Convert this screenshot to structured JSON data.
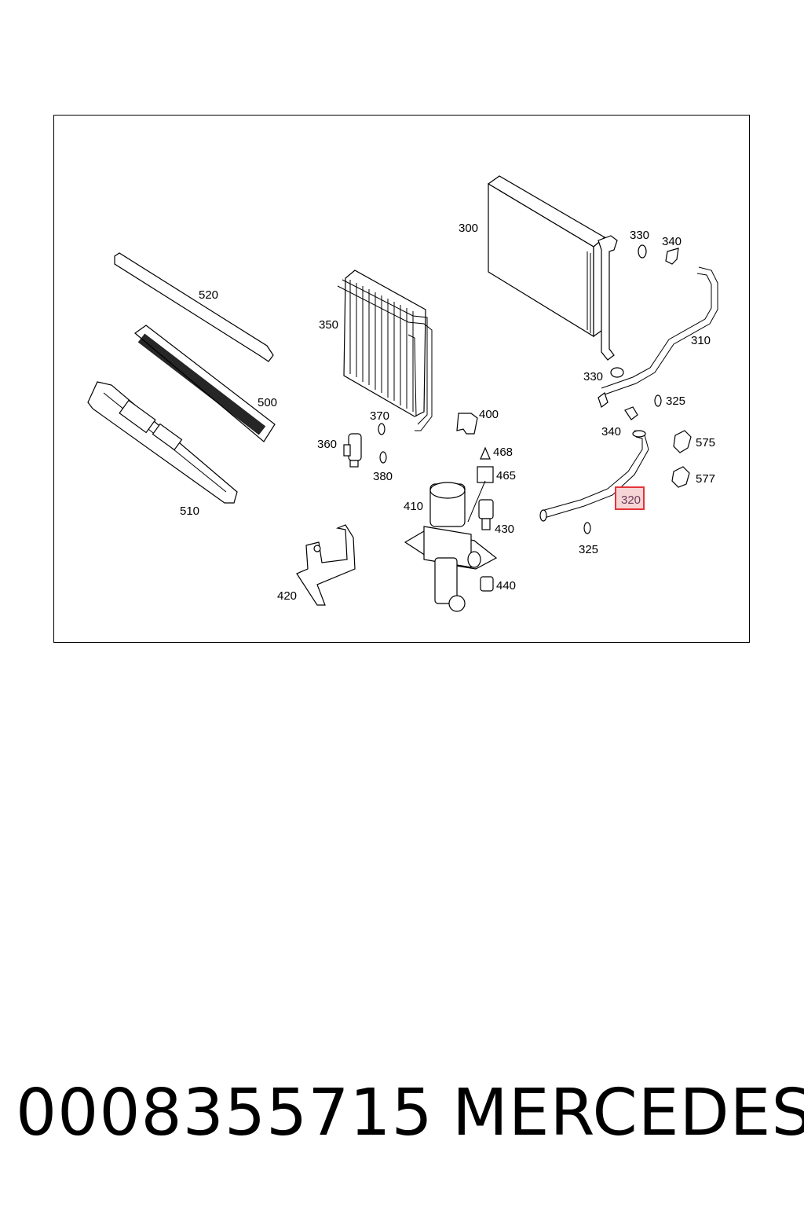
{
  "diagram": {
    "highlight_color": "#e3343a",
    "highlighted_callout": "320",
    "callouts": {
      "c300": "300",
      "c330a": "330",
      "c340a": "340",
      "c310": "310",
      "c330b": "330",
      "c325a": "325",
      "c340b": "340",
      "c575": "575",
      "c577": "577",
      "c320": "320",
      "c325b": "325",
      "c520": "520",
      "c350": "350",
      "c500": "500",
      "c370": "370",
      "c400": "400",
      "c360": "360",
      "c468": "468",
      "c465": "465",
      "c380": "380",
      "c510": "510",
      "c410": "410",
      "c430": "430",
      "c420": "420",
      "c440": "440"
    }
  },
  "footer": {
    "part_number": "0008355715",
    "brand": "MERCEDES"
  }
}
